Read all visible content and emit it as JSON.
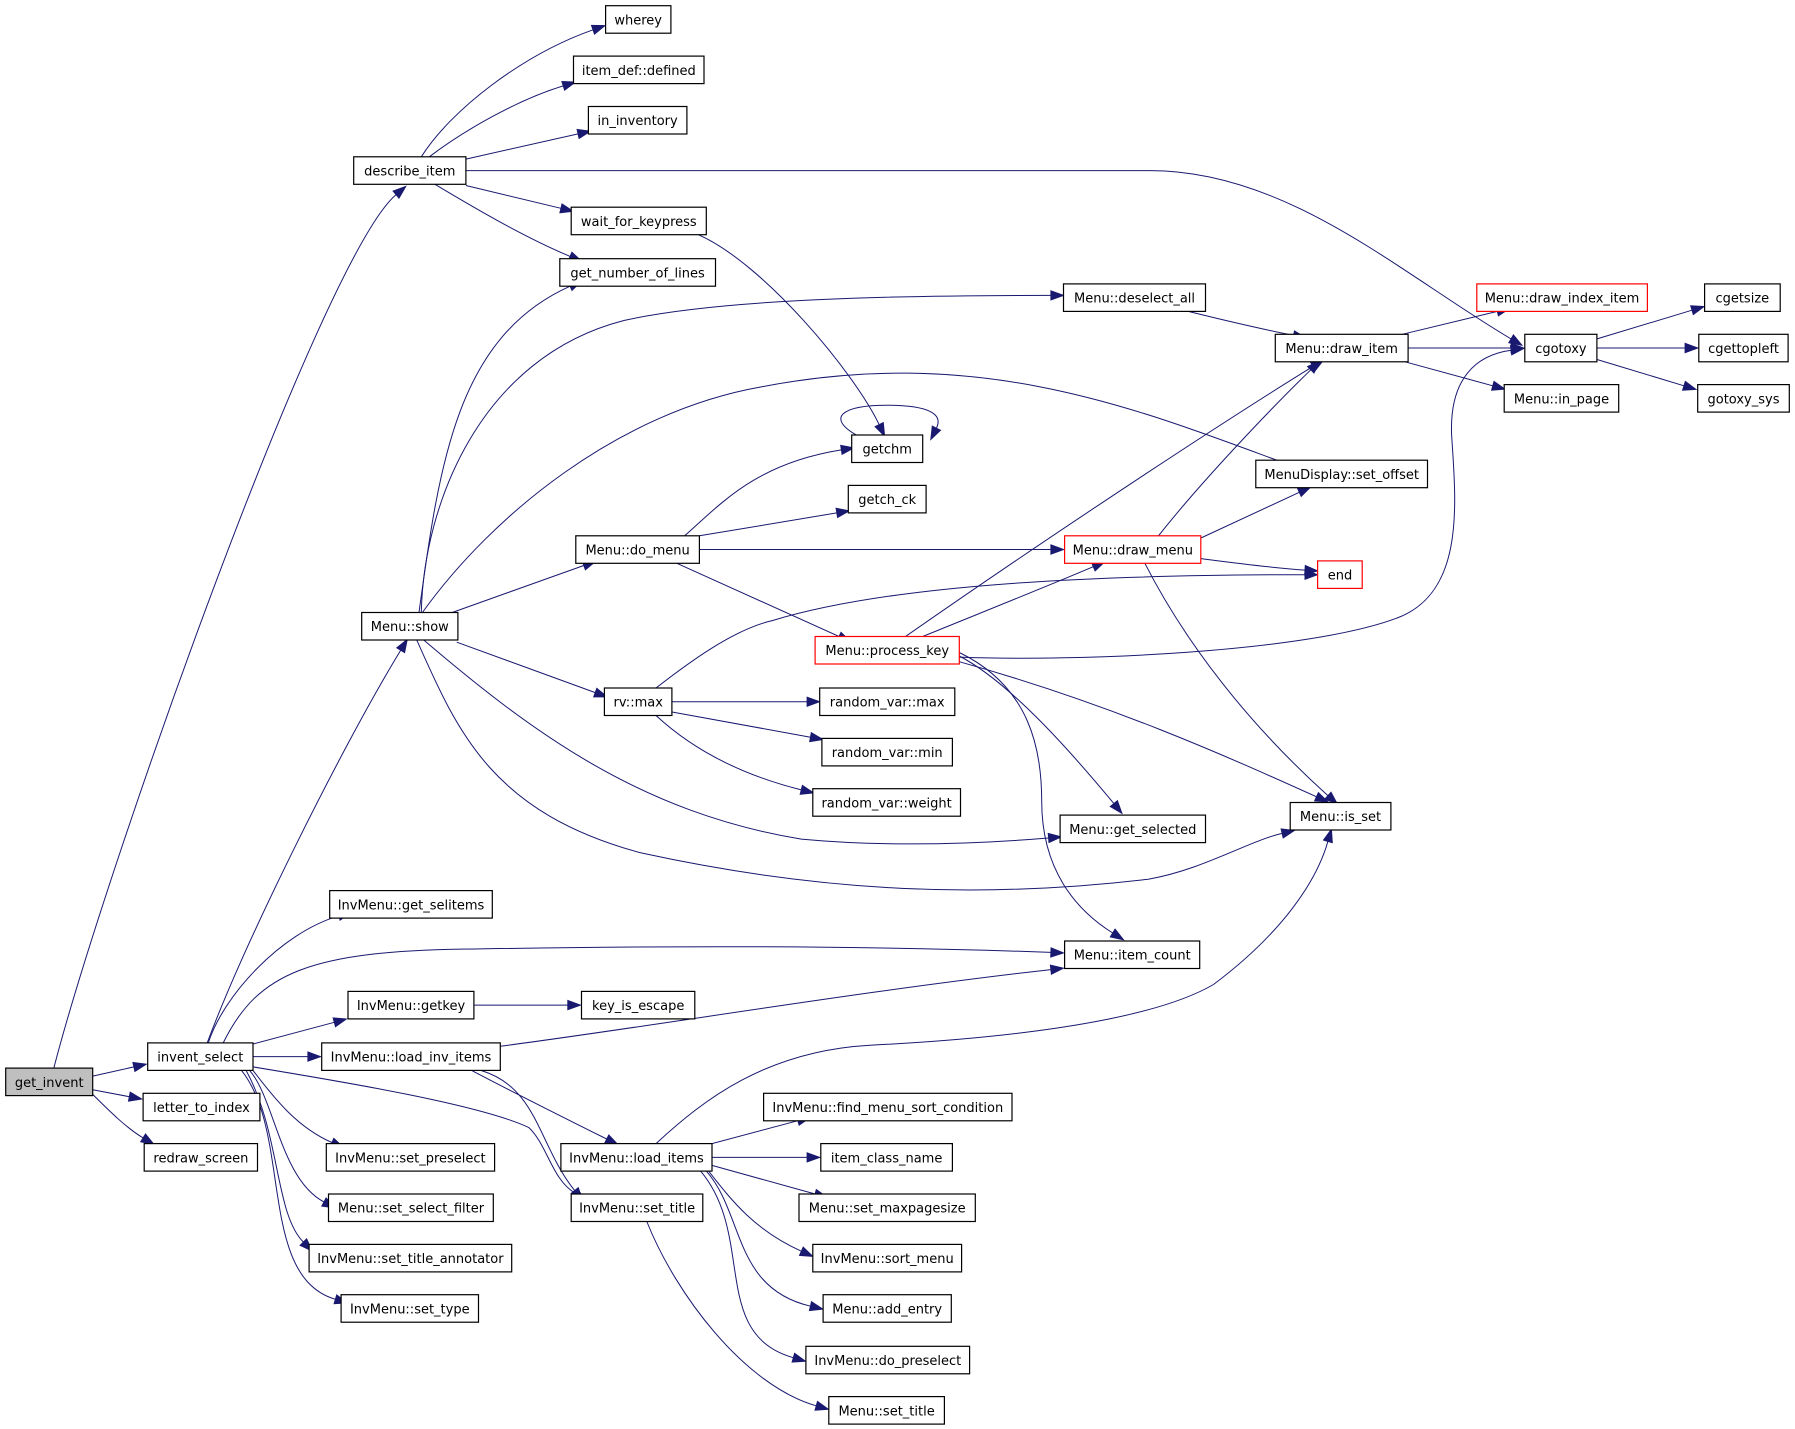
{
  "colors": {
    "edge": "#191970",
    "node_border": "#000000",
    "truncated_border": "#ff0000",
    "focus_fill": "#bfbfbf",
    "node_fill": "#ffffff"
  },
  "graph": {
    "nodes": [
      {
        "id": "get_invent",
        "label": "get_invent",
        "kind": "focus"
      },
      {
        "id": "invent_select",
        "label": "invent_select"
      },
      {
        "id": "letter_to_index",
        "label": "letter_to_index"
      },
      {
        "id": "redraw_screen",
        "label": "redraw_screen"
      },
      {
        "id": "describe_item",
        "label": "describe_item"
      },
      {
        "id": "wherey",
        "label": "wherey"
      },
      {
        "id": "item_def_defined",
        "label": "item_def::defined"
      },
      {
        "id": "in_inventory",
        "label": "in_inventory"
      },
      {
        "id": "wait_for_keypress",
        "label": "wait_for_keypress"
      },
      {
        "id": "get_number_of_lines",
        "label": "get_number_of_lines"
      },
      {
        "id": "menu_show",
        "label": "Menu::show"
      },
      {
        "id": "menu_do_menu",
        "label": "Menu::do_menu"
      },
      {
        "id": "rv_max",
        "label": "rv::max"
      },
      {
        "id": "getchm",
        "label": "getchm"
      },
      {
        "id": "getch_ck",
        "label": "getch_ck"
      },
      {
        "id": "random_var_max",
        "label": "random_var::max"
      },
      {
        "id": "random_var_min",
        "label": "random_var::min"
      },
      {
        "id": "random_var_weight",
        "label": "random_var::weight"
      },
      {
        "id": "menu_deselect_all",
        "label": "Menu::deselect_all"
      },
      {
        "id": "menu_draw_menu",
        "label": "Menu::draw_menu",
        "kind": "truncated"
      },
      {
        "id": "menu_process_key",
        "label": "Menu::process_key",
        "kind": "truncated"
      },
      {
        "id": "menu_get_selected",
        "label": "Menu::get_selected"
      },
      {
        "id": "menu_item_count",
        "label": "Menu::item_count"
      },
      {
        "id": "menu_draw_item",
        "label": "Menu::draw_item"
      },
      {
        "id": "menudisplay_set_offset",
        "label": "MenuDisplay::set_offset"
      },
      {
        "id": "end",
        "label": "end",
        "kind": "truncated"
      },
      {
        "id": "menu_is_set",
        "label": "Menu::is_set"
      },
      {
        "id": "menu_draw_index_item",
        "label": "Menu::draw_index_item",
        "kind": "truncated"
      },
      {
        "id": "cgotoxy",
        "label": "cgotoxy"
      },
      {
        "id": "menu_in_page",
        "label": "Menu::in_page"
      },
      {
        "id": "cgetsize",
        "label": "cgetsize"
      },
      {
        "id": "cgettopleft",
        "label": "cgettopleft"
      },
      {
        "id": "gotoxy_sys",
        "label": "gotoxy_sys"
      },
      {
        "id": "invmenu_get_selitems",
        "label": "InvMenu::get_selitems"
      },
      {
        "id": "invmenu_getkey",
        "label": "InvMenu::getkey"
      },
      {
        "id": "key_is_escape",
        "label": "key_is_escape"
      },
      {
        "id": "invmenu_load_inv_items",
        "label": "InvMenu::load_inv_items"
      },
      {
        "id": "invmenu_load_items",
        "label": "InvMenu::load_items"
      },
      {
        "id": "invmenu_set_title",
        "label": "InvMenu::set_title"
      },
      {
        "id": "invmenu_set_preselect",
        "label": "InvMenu::set_preselect"
      },
      {
        "id": "menu_set_select_filter",
        "label": "Menu::set_select_filter"
      },
      {
        "id": "invmenu_set_title_annotator",
        "label": "InvMenu::set_title_annotator"
      },
      {
        "id": "invmenu_set_type",
        "label": "InvMenu::set_type"
      },
      {
        "id": "invmenu_find_menu_sort_condition",
        "label": "InvMenu::find_menu_sort_condition"
      },
      {
        "id": "item_class_name",
        "label": "item_class_name"
      },
      {
        "id": "menu_set_maxpagesize",
        "label": "Menu::set_maxpagesize"
      },
      {
        "id": "invmenu_sort_menu",
        "label": "InvMenu::sort_menu"
      },
      {
        "id": "menu_add_entry",
        "label": "Menu::add_entry"
      },
      {
        "id": "invmenu_do_preselect",
        "label": "InvMenu::do_preselect"
      },
      {
        "id": "menu_set_title",
        "label": "Menu::set_title"
      }
    ],
    "edges": [
      {
        "from": "get_invent",
        "to": "describe_item"
      },
      {
        "from": "get_invent",
        "to": "invent_select"
      },
      {
        "from": "get_invent",
        "to": "letter_to_index"
      },
      {
        "from": "get_invent",
        "to": "redraw_screen"
      },
      {
        "from": "describe_item",
        "to": "wherey"
      },
      {
        "from": "describe_item",
        "to": "item_def_defined"
      },
      {
        "from": "describe_item",
        "to": "in_inventory"
      },
      {
        "from": "describe_item",
        "to": "wait_for_keypress"
      },
      {
        "from": "describe_item",
        "to": "get_number_of_lines"
      },
      {
        "from": "describe_item",
        "to": "cgotoxy"
      },
      {
        "from": "wait_for_keypress",
        "to": "getchm"
      },
      {
        "from": "getchm",
        "to": "getchm"
      },
      {
        "from": "menu_show",
        "to": "get_number_of_lines"
      },
      {
        "from": "menu_show",
        "to": "menu_deselect_all"
      },
      {
        "from": "menu_show",
        "to": "menudisplay_set_offset"
      },
      {
        "from": "menu_show",
        "to": "menu_do_menu"
      },
      {
        "from": "menu_show",
        "to": "rv_max"
      },
      {
        "from": "menu_show",
        "to": "menu_get_selected"
      },
      {
        "from": "menu_show",
        "to": "menu_is_set"
      },
      {
        "from": "menu_do_menu",
        "to": "getchm"
      },
      {
        "from": "menu_do_menu",
        "to": "getch_ck"
      },
      {
        "from": "menu_do_menu",
        "to": "menu_draw_menu"
      },
      {
        "from": "menu_do_menu",
        "to": "menu_process_key"
      },
      {
        "from": "rv_max",
        "to": "random_var_max"
      },
      {
        "from": "rv_max",
        "to": "random_var_min"
      },
      {
        "from": "rv_max",
        "to": "random_var_weight"
      },
      {
        "from": "rv_max",
        "to": "end"
      },
      {
        "from": "menu_deselect_all",
        "to": "menu_draw_item"
      },
      {
        "from": "menu_draw_menu",
        "to": "menu_draw_item"
      },
      {
        "from": "menu_draw_menu",
        "to": "menudisplay_set_offset"
      },
      {
        "from": "menu_draw_menu",
        "to": "end"
      },
      {
        "from": "menu_draw_menu",
        "to": "menu_is_set"
      },
      {
        "from": "menu_process_key",
        "to": "menu_draw_item"
      },
      {
        "from": "menu_process_key",
        "to": "menu_draw_menu"
      },
      {
        "from": "menu_process_key",
        "to": "cgotoxy"
      },
      {
        "from": "menu_process_key",
        "to": "menu_get_selected"
      },
      {
        "from": "menu_process_key",
        "to": "menu_item_count"
      },
      {
        "from": "menu_process_key",
        "to": "menu_is_set"
      },
      {
        "from": "menu_draw_item",
        "to": "menu_draw_index_item"
      },
      {
        "from": "menu_draw_item",
        "to": "cgotoxy"
      },
      {
        "from": "menu_draw_item",
        "to": "menu_in_page"
      },
      {
        "from": "cgotoxy",
        "to": "cgetsize"
      },
      {
        "from": "cgotoxy",
        "to": "cgettopleft"
      },
      {
        "from": "cgotoxy",
        "to": "gotoxy_sys"
      },
      {
        "from": "invent_select",
        "to": "menu_show"
      },
      {
        "from": "invent_select",
        "to": "invmenu_get_selitems"
      },
      {
        "from": "invent_select",
        "to": "menu_item_count"
      },
      {
        "from": "invent_select",
        "to": "invmenu_getkey"
      },
      {
        "from": "invent_select",
        "to": "invmenu_load_inv_items"
      },
      {
        "from": "invent_select",
        "to": "invmenu_set_title"
      },
      {
        "from": "invent_select",
        "to": "invmenu_set_preselect"
      },
      {
        "from": "invent_select",
        "to": "menu_set_select_filter"
      },
      {
        "from": "invent_select",
        "to": "invmenu_set_title_annotator"
      },
      {
        "from": "invent_select",
        "to": "invmenu_set_type"
      },
      {
        "from": "invmenu_getkey",
        "to": "key_is_escape"
      },
      {
        "from": "invmenu_load_inv_items",
        "to": "menu_item_count"
      },
      {
        "from": "invmenu_load_inv_items",
        "to": "invmenu_load_items"
      },
      {
        "from": "invmenu_load_inv_items",
        "to": "invmenu_set_title"
      },
      {
        "from": "invmenu_load_items",
        "to": "menu_is_set"
      },
      {
        "from": "invmenu_load_items",
        "to": "invmenu_find_menu_sort_condition"
      },
      {
        "from": "invmenu_load_items",
        "to": "item_class_name"
      },
      {
        "from": "invmenu_load_items",
        "to": "menu_set_maxpagesize"
      },
      {
        "from": "invmenu_load_items",
        "to": "invmenu_sort_menu"
      },
      {
        "from": "invmenu_load_items",
        "to": "menu_add_entry"
      },
      {
        "from": "invmenu_load_items",
        "to": "invmenu_do_preselect"
      },
      {
        "from": "invmenu_set_title",
        "to": "menu_set_title"
      }
    ]
  }
}
